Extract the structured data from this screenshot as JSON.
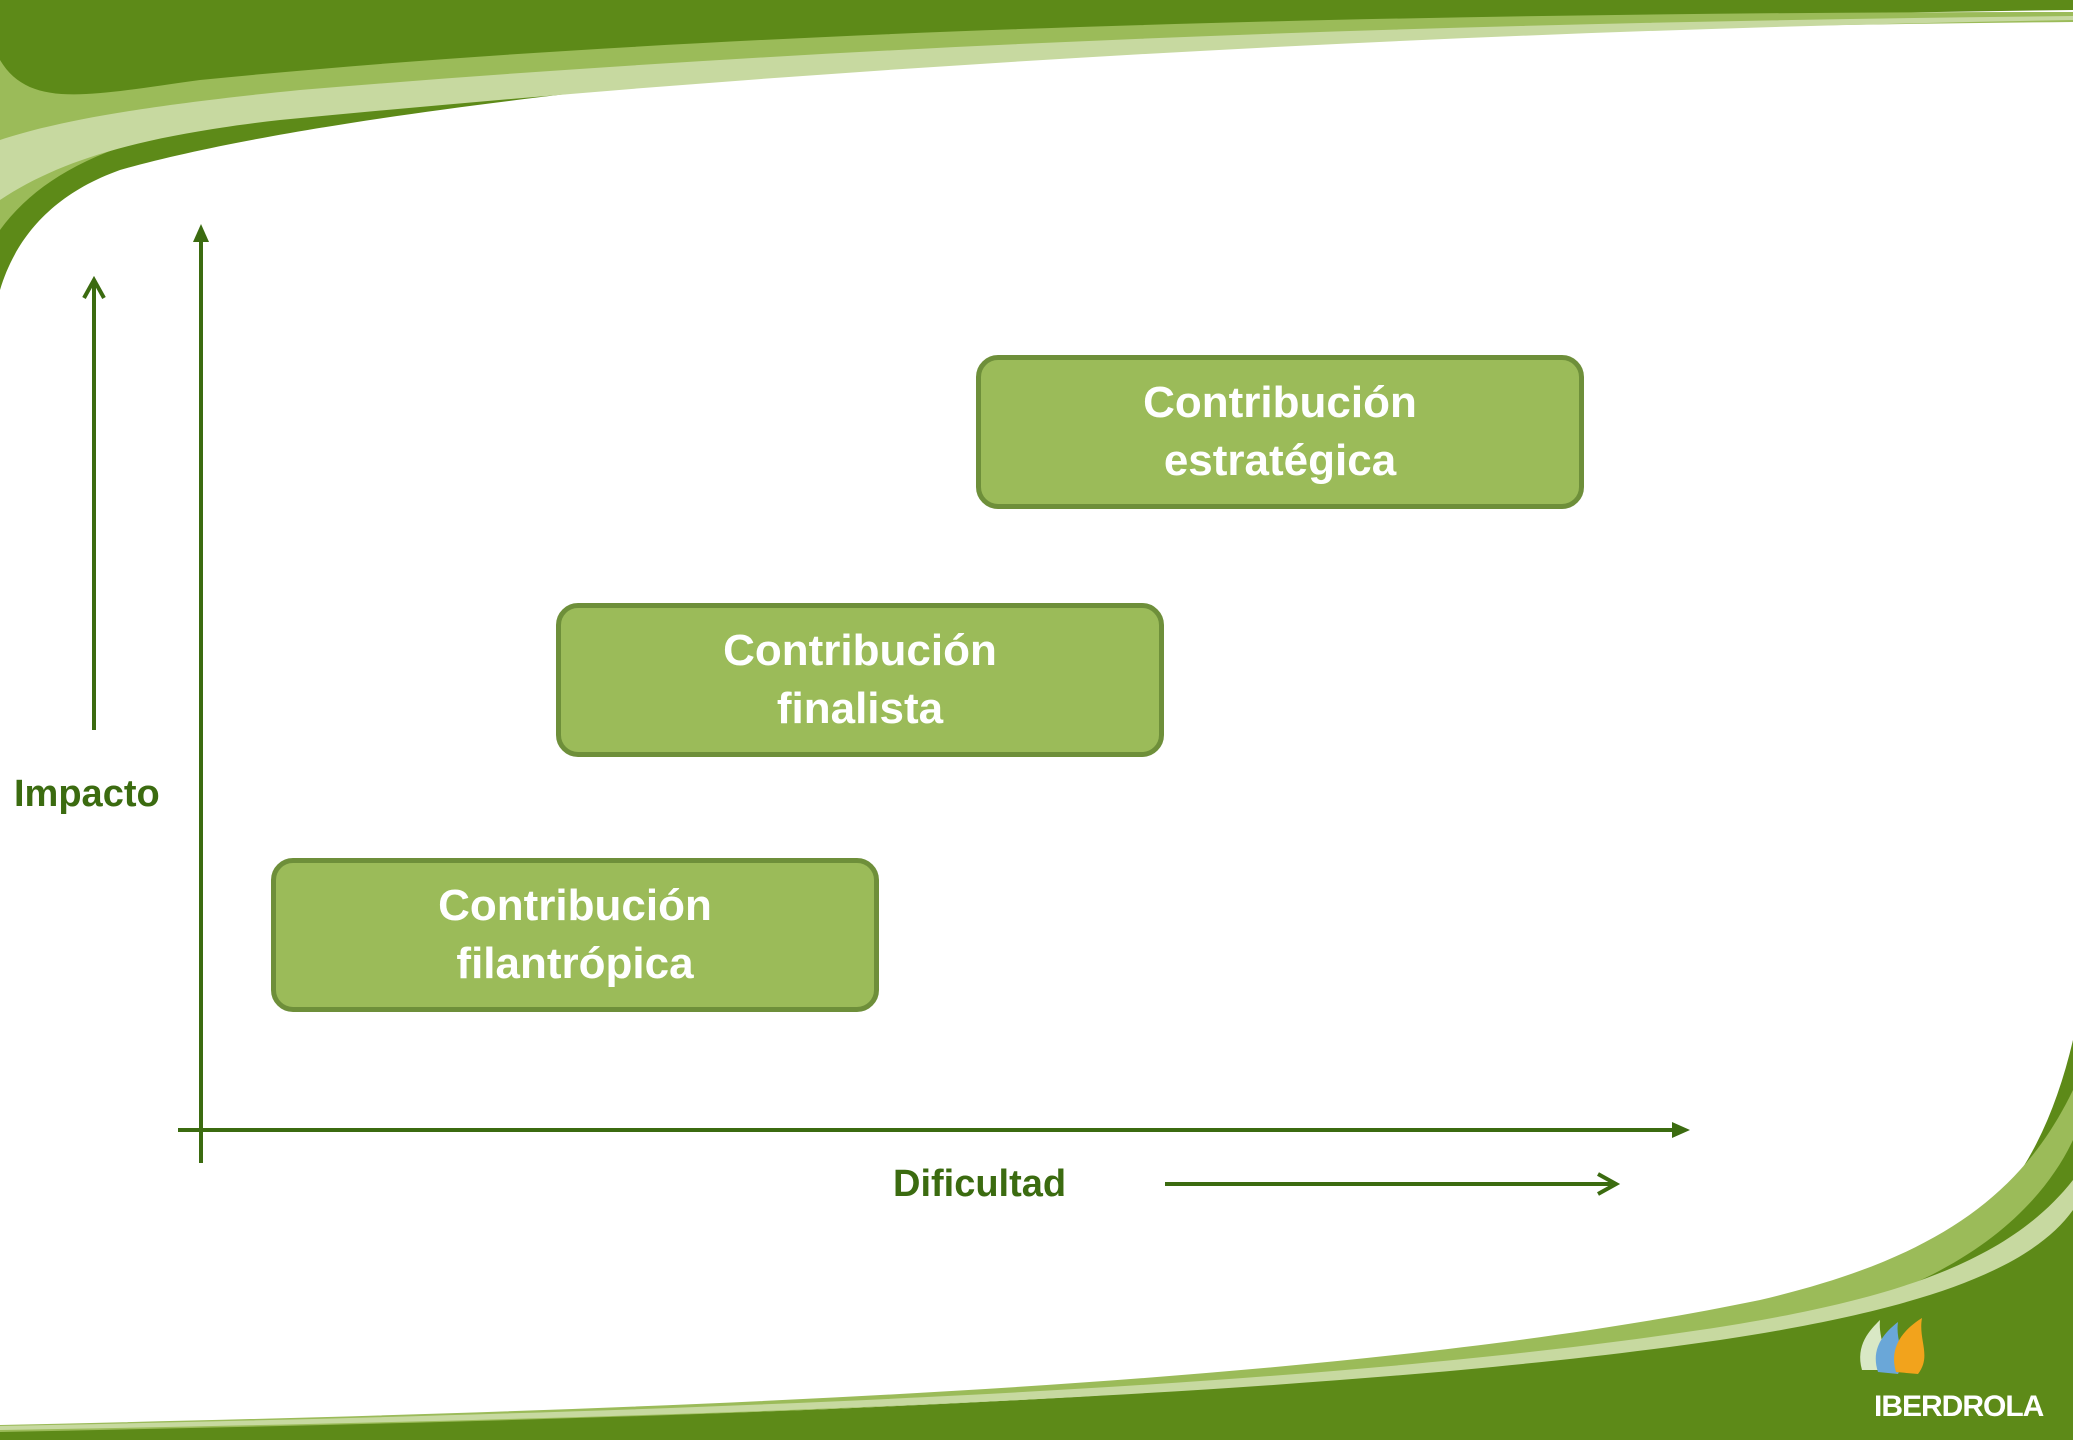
{
  "diagram": {
    "y_axis_label": "Impacto",
    "x_axis_label": "Dificultad",
    "boxes": [
      {
        "line1": "Contribución",
        "line2": "estratégica"
      },
      {
        "line1": "Contribución",
        "line2": "finalista"
      },
      {
        "line1": "Contribución",
        "line2": "filantrópica"
      }
    ]
  },
  "logo": {
    "text": "IBERDROLA",
    "icon": "iberdrola-flames-icon"
  },
  "colors": {
    "dark_green": "#5d8a18",
    "mid_green": "#9bbb59",
    "box_border": "#6e8f3a",
    "axis": "#3b6b10",
    "light_band": "#c7d9a0"
  }
}
